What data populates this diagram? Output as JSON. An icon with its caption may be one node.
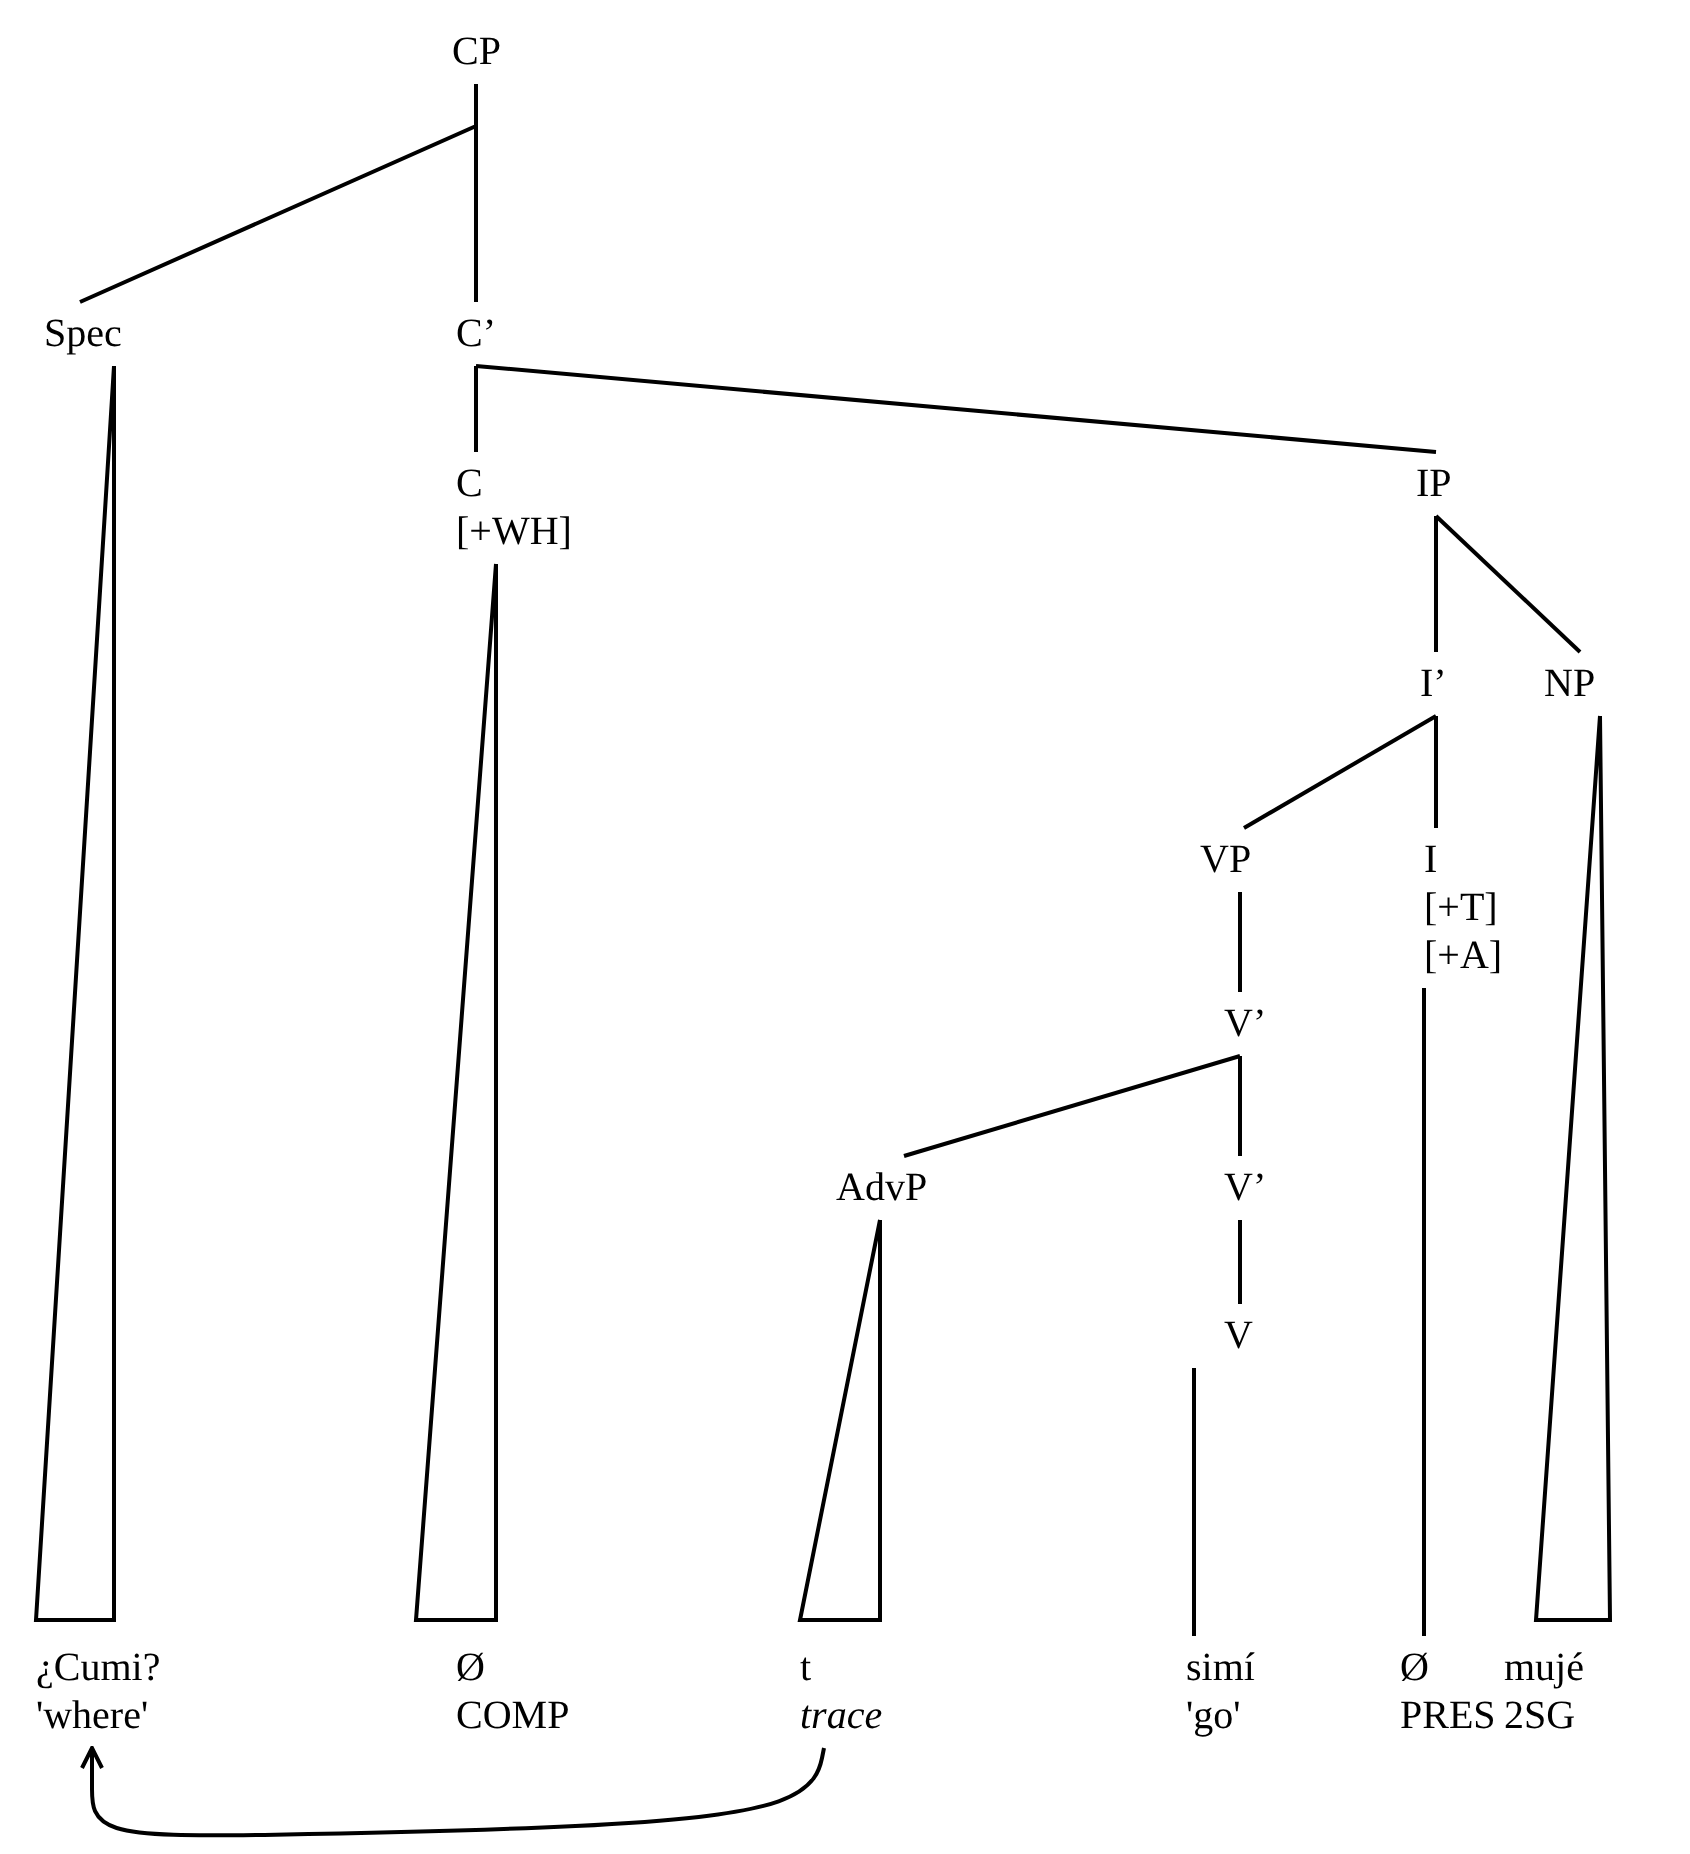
{
  "diagram": {
    "nodes": [
      {
        "text": [
          "CP"
        ]
      },
      {
        "text": [
          "Spec"
        ]
      },
      {
        "text": [
          "C’"
        ]
      },
      {
        "text": [
          "C",
          "[+WH]"
        ]
      },
      {
        "text": [
          "IP"
        ]
      },
      {
        "text": [
          "I’"
        ]
      },
      {
        "text": [
          "NP"
        ]
      },
      {
        "text": [
          "VP"
        ]
      },
      {
        "text": [
          "I",
          "[+T]",
          "[+A]"
        ]
      },
      {
        "text": [
          "V’"
        ]
      },
      {
        "text": [
          "AdvP"
        ]
      },
      {
        "text": [
          "V’"
        ]
      },
      {
        "text": [
          "V"
        ]
      },
      {
        "text": [
          "¿Cumi?",
          "'where'"
        ]
      },
      {
        "text": [
          "Ø",
          "COMP"
        ]
      },
      {
        "text": [
          "t",
          "trace"
        ]
      },
      {
        "text": [
          "simí",
          "'go'"
        ]
      },
      {
        "text": [
          "Ø",
          "PRES"
        ]
      },
      {
        "text": [
          "mujé",
          "2SG"
        ]
      }
    ],
    "edges": [
      {
        "from": 0,
        "to": 1,
        "arrow": "none"
      },
      {
        "from": 0,
        "to": 2,
        "arrow": "none"
      },
      {
        "from": 2,
        "to": 3,
        "arrow": "none"
      },
      {
        "from": 2,
        "to": 4,
        "arrow": "none"
      },
      {
        "from": 4,
        "to": 5,
        "arrow": "none"
      },
      {
        "from": 4,
        "to": 6,
        "arrow": "none"
      },
      {
        "from": 5,
        "to": 7,
        "arrow": "none"
      },
      {
        "from": 5,
        "to": 8,
        "arrow": "none"
      },
      {
        "from": 7,
        "to": 9,
        "arrow": "none"
      },
      {
        "from": 9,
        "to": 10,
        "arrow": "none"
      },
      {
        "from": 9,
        "to": 11,
        "arrow": "none"
      },
      {
        "from": 11,
        "to": 12,
        "arrow": "none"
      },
      {
        "from": 1,
        "to": 13,
        "arrow": "none"
      },
      {
        "from": 3,
        "to": 14,
        "arrow": "none"
      },
      {
        "from": 10,
        "to": 15,
        "arrow": "none"
      },
      {
        "from": 12,
        "to": 16,
        "arrow": "none"
      },
      {
        "from": 8,
        "to": 17,
        "arrow": "none"
      },
      {
        "from": 6,
        "to": 18,
        "arrow": "none"
      },
      {
        "from": 15,
        "to": 13,
        "arrow": "to"
      }
    ]
  }
}
